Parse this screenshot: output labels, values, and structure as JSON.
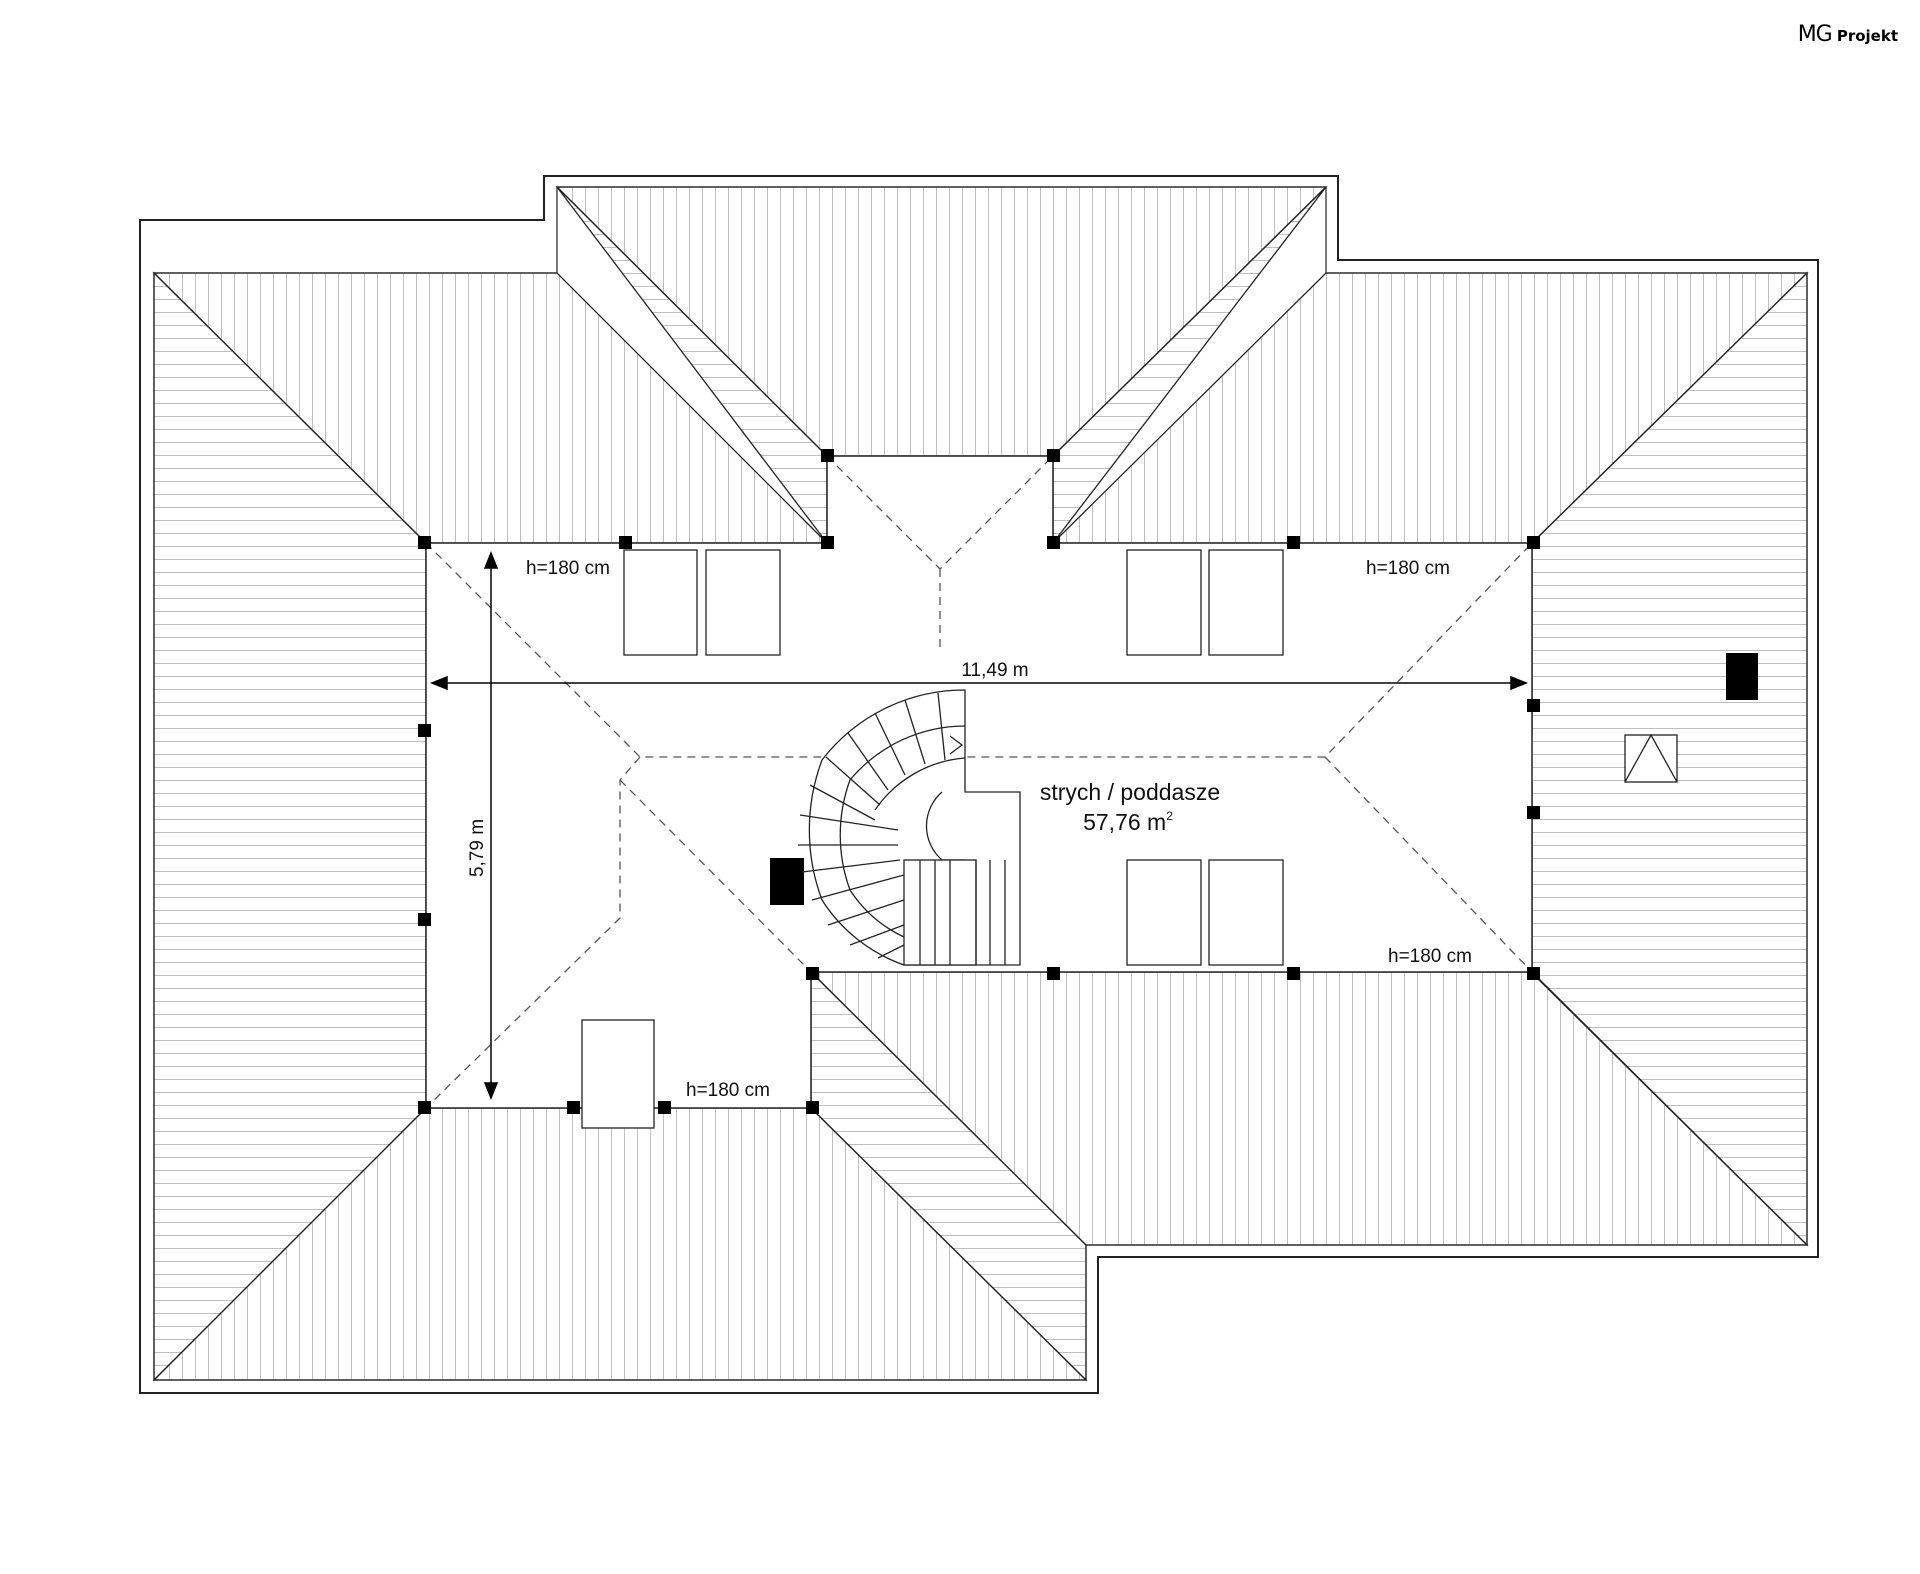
{
  "logo": {
    "main": "MG",
    "sub": "Projekt"
  },
  "room": {
    "name": "strych / poddasze",
    "area": "57,76 m",
    "area_sup": "2"
  },
  "dimensions": {
    "width": "11,49 m",
    "depth": "5,79 m"
  },
  "heights": {
    "top_left": "h=180 cm",
    "top_right": "h=180 cm",
    "mid_right": "h=180 cm",
    "bottom_left": "h=180 cm"
  },
  "colors": {
    "line": "#222222",
    "hatch": "#8a8a8a",
    "fill": "#ffffff"
  }
}
